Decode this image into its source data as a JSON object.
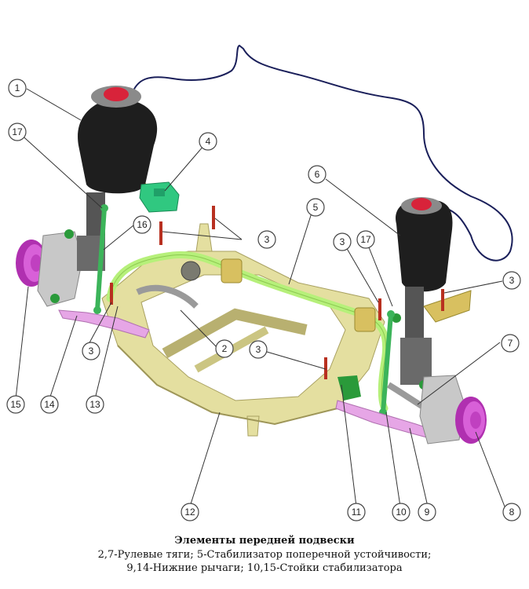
{
  "callouts": [
    {
      "id": "c1",
      "label": "1"
    },
    {
      "id": "c2",
      "label": "2"
    },
    {
      "id": "c3a",
      "label": "3"
    },
    {
      "id": "c3b",
      "label": "3"
    },
    {
      "id": "c3c",
      "label": "3"
    },
    {
      "id": "c3d",
      "label": "3"
    },
    {
      "id": "c3e",
      "label": "3"
    },
    {
      "id": "c4",
      "label": "4"
    },
    {
      "id": "c5",
      "label": "5"
    },
    {
      "id": "c6",
      "label": "6"
    },
    {
      "id": "c7",
      "label": "7"
    },
    {
      "id": "c8",
      "label": "8"
    },
    {
      "id": "c9",
      "label": "9"
    },
    {
      "id": "c10",
      "label": "10"
    },
    {
      "id": "c11",
      "label": "11"
    },
    {
      "id": "c12",
      "label": "12"
    },
    {
      "id": "c13",
      "label": "13"
    },
    {
      "id": "c14",
      "label": "14"
    },
    {
      "id": "c15",
      "label": "15"
    },
    {
      "id": "c16",
      "label": "16"
    },
    {
      "id": "c17a",
      "label": "17"
    },
    {
      "id": "c17b",
      "label": "17"
    }
  ],
  "caption": {
    "title": "Элементы передней подвески",
    "line1": "2,7-Рулевые тяги; 5-Стабилизатор поперечной устойчивости;",
    "line2": "9,14-Нижние рычаги; 10,15-Стойки стабилизатора"
  },
  "colors": {
    "subframe": "#e4dfa0",
    "stabilizer": "#b6f07a",
    "air_spring": "#1e1e1e",
    "spring_cap": "#d8233a",
    "hub": "#cc40cc",
    "lower_arm": "#e6a6e6",
    "stabilizer_link": "#3cb45a",
    "sensor": "#30c880",
    "bolt": "#b83020",
    "air_line": "#1a1f5a"
  }
}
